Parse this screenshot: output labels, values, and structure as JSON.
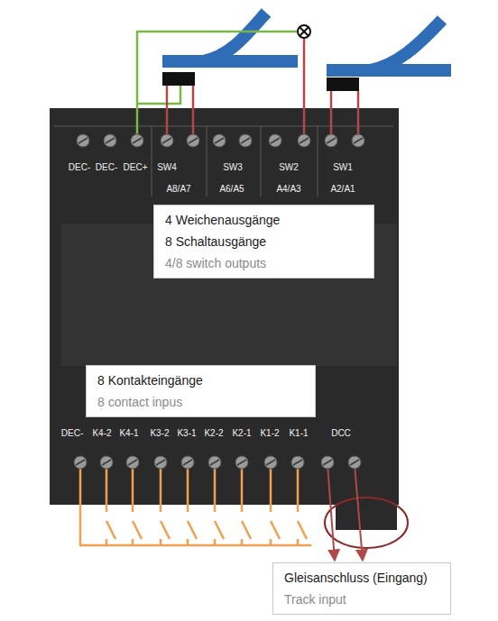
{
  "diagram": {
    "nodes": [
      {
        "text": [
          "4 Weichenausgänge",
          "8 Schaltausgänge",
          "4/8 switch outputs"
        ]
      },
      {
        "text": [
          "8 Kontakteingänge",
          "8 contact inpus"
        ]
      },
      {
        "text": [
          "Gleisanschluss (Eingang)",
          "Track input"
        ]
      }
    ],
    "labels": [
      "DEC-",
      "DEC-",
      "DEC+",
      "SW4",
      "A8/A7",
      "SW3",
      "A6/A5",
      "SW2",
      "A4/A3",
      "SW1",
      "A2/A1",
      "DEC-",
      "K4-2",
      "K4-1",
      "K3-2",
      "K3-1",
      "K2-2",
      "K2-1",
      "K1-2",
      "K1-1",
      "DCC"
    ]
  }
}
